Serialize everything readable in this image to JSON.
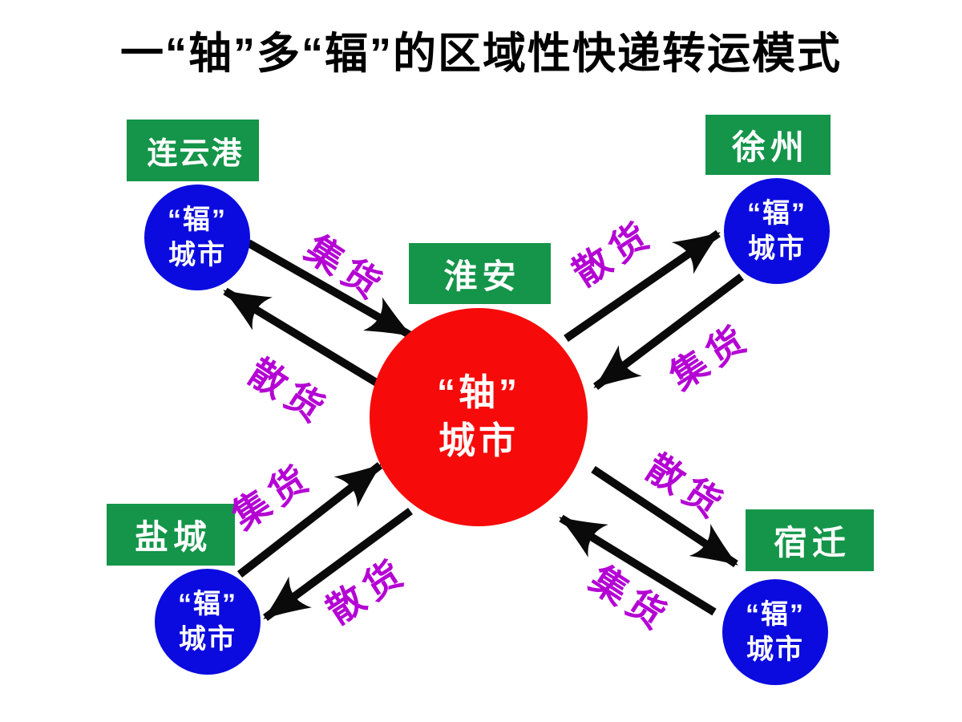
{
  "title": "一“轴”多“辐”的区域性快递转运模式",
  "hub": {
    "city": "淮安",
    "line1": "“轴”",
    "line2": "城市"
  },
  "spokes": [
    {
      "city": "连云港",
      "line1": "“辐”",
      "line2": "城市"
    },
    {
      "city": "徐州",
      "line1": "“辐”",
      "line2": "城市"
    },
    {
      "city": "盐城",
      "line1": "“辐”",
      "line2": "城市"
    },
    {
      "city": "宿迁",
      "line1": "“辐”",
      "line2": "城市"
    }
  ],
  "flow_labels": {
    "collect": "集货",
    "distribute": "散货"
  },
  "colors": {
    "hub_circle": "#f70a0a",
    "spoke_circle": "#0b0bdf",
    "city_box": "#149549",
    "flow_text": "#b400d4",
    "arrow": "#0a0a0a",
    "title_text": "#000000",
    "background": "#ffffff"
  }
}
